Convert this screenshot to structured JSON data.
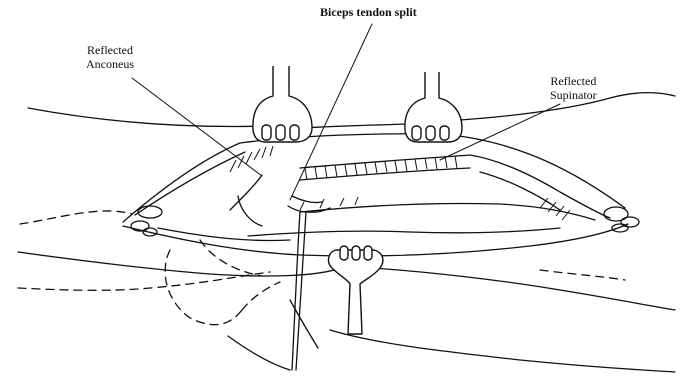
{
  "labels": {
    "biceps": "Biceps tendon split",
    "anconeus_line1": "Reflected",
    "anconeus_line2": "Anconeus",
    "supinator_line1": "Reflected",
    "supinator_line2": "Supinator"
  },
  "icons": {
    "retractor": "retractor-icon"
  }
}
